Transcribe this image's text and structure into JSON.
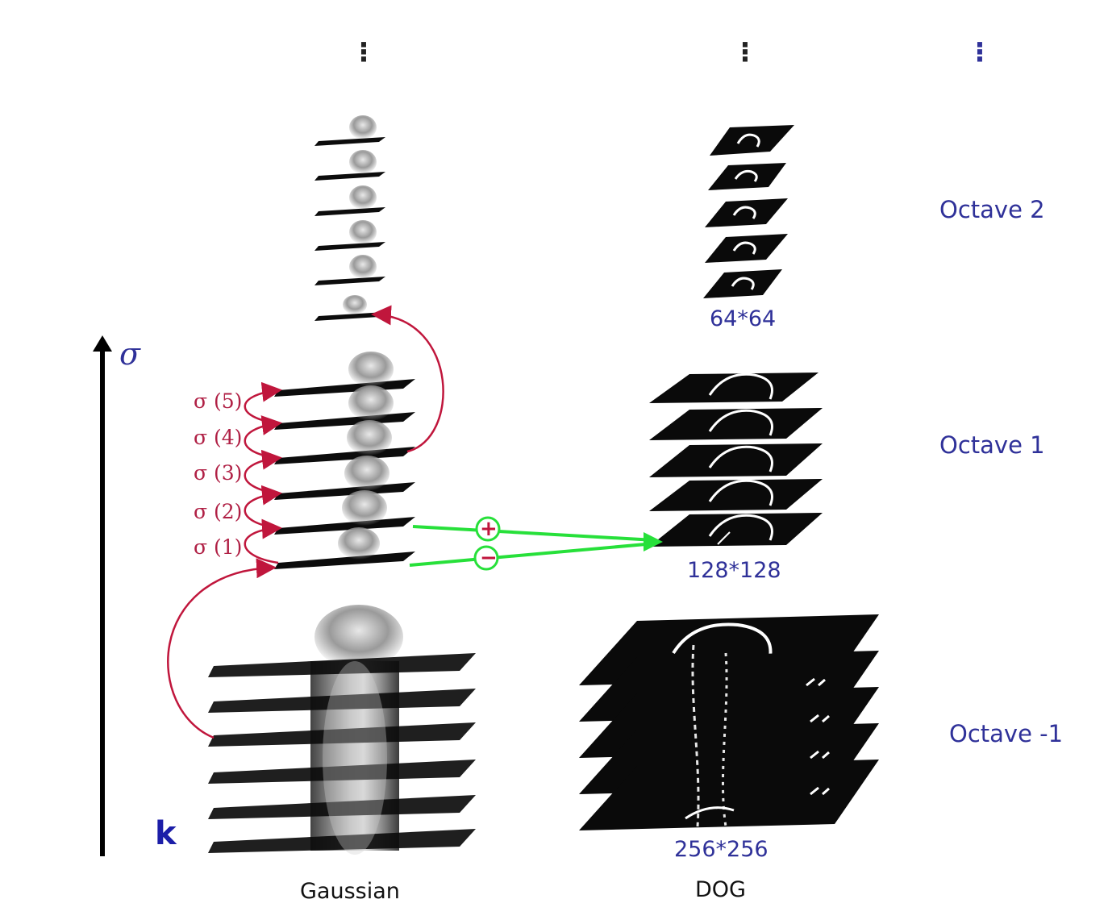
{
  "axis": {
    "sigma": "σ",
    "k": "k"
  },
  "octaves": [
    {
      "label": "Octave 2",
      "size": "64*64"
    },
    {
      "label": "Octave 1",
      "size": "128*128"
    },
    {
      "label": "Octave -1",
      "size": "256*256"
    }
  ],
  "sigma_levels": [
    "σ (5)",
    "σ (4)",
    "σ (3)",
    "σ (2)",
    "σ (1)"
  ],
  "column_labels": {
    "gaussian": "Gaussian",
    "dog": "DOG"
  },
  "operators": {
    "plus": "+",
    "minus": "−"
  },
  "colors": {
    "label_blue": "#2f3199",
    "curve_red": "#c0163c",
    "arrow_green": "#27e03a",
    "layer_dark": "#0c0c0c"
  },
  "icons": {
    "continuation": "vertical-ellipsis-icon"
  }
}
